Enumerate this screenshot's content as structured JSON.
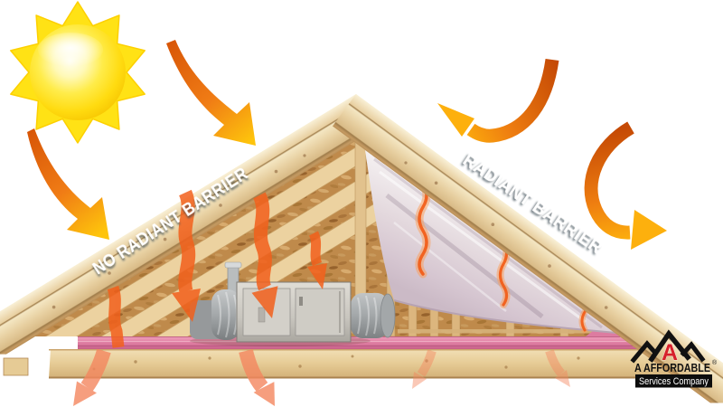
{
  "diagram": {
    "left_label": "NO RADIANT BARRIER",
    "right_label": "RADIANT BARRIER"
  },
  "logo": {
    "monogram": "A",
    "company": "A AFFORDABLE",
    "registered": "®",
    "tagline": "Services Company"
  },
  "icons": [
    "sun-icon",
    "solar-heat-arrow-icon",
    "reflected-heat-arrow-icon",
    "heat-ribbon-arrow-icon",
    "heat-leak-arrow-icon",
    "radiant-barrier-squiggle-icon",
    "logo-roof-icon"
  ],
  "colors": {
    "background": "#ffffff",
    "sun_yellow": "#ffe215",
    "arrow_orange_dark": "#d85607",
    "arrow_yellow_tip": "#fec40c",
    "heat_ribbon_orange": "#f2601c",
    "soft_leak_arrow": "#f4875f",
    "wood_light": "#f8efd6",
    "wood_mid": "#e7cfa0",
    "wood_shadow": "#9f7c4a",
    "osb_tan": "#bf8a4b",
    "foil_light": "#f2edef",
    "foil_shadow": "#cfbfca",
    "insulation_pink": "#e2799e",
    "hvac_gray": "#c3c0b9",
    "logo_red": "#d6202a",
    "logo_black": "#111111"
  }
}
